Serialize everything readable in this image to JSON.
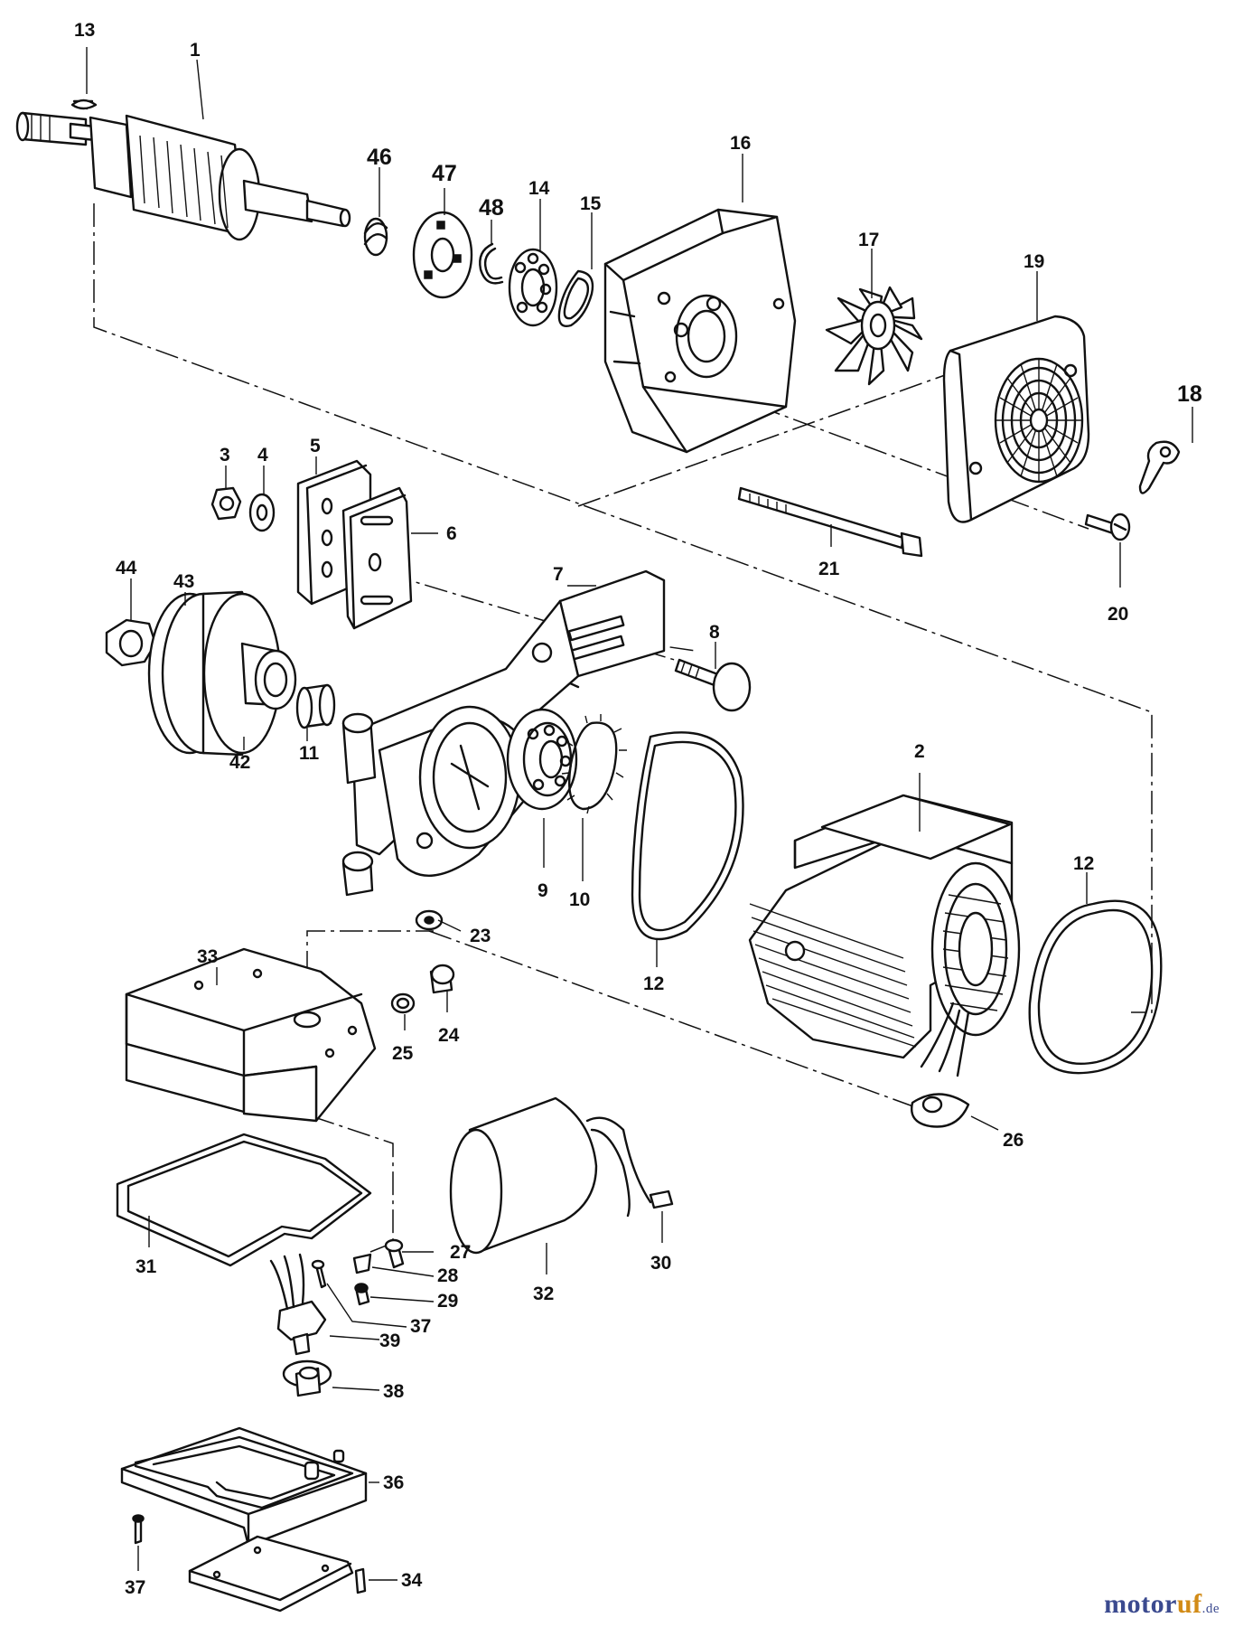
{
  "parts": [
    {
      "id": "p1",
      "label": "1"
    },
    {
      "id": "p2",
      "label": "2"
    },
    {
      "id": "p3",
      "label": "3"
    },
    {
      "id": "p4",
      "label": "4"
    },
    {
      "id": "p5",
      "label": "5"
    },
    {
      "id": "p6",
      "label": "6"
    },
    {
      "id": "p7",
      "label": "7"
    },
    {
      "id": "p8",
      "label": "8"
    },
    {
      "id": "p9",
      "label": "9"
    },
    {
      "id": "p10",
      "label": "10"
    },
    {
      "id": "p11",
      "label": "11"
    },
    {
      "id": "p12a",
      "label": "12"
    },
    {
      "id": "p12b",
      "label": "12"
    },
    {
      "id": "p13",
      "label": "13"
    },
    {
      "id": "p14",
      "label": "14"
    },
    {
      "id": "p15",
      "label": "15"
    },
    {
      "id": "p16",
      "label": "16"
    },
    {
      "id": "p17",
      "label": "17"
    },
    {
      "id": "p18",
      "label": "18"
    },
    {
      "id": "p19",
      "label": "19"
    },
    {
      "id": "p20",
      "label": "20"
    },
    {
      "id": "p21",
      "label": "21"
    },
    {
      "id": "p23",
      "label": "23"
    },
    {
      "id": "p24",
      "label": "24"
    },
    {
      "id": "p25",
      "label": "25"
    },
    {
      "id": "p26",
      "label": "26"
    },
    {
      "id": "p27",
      "label": "27"
    },
    {
      "id": "p28",
      "label": "28"
    },
    {
      "id": "p29",
      "label": "29"
    },
    {
      "id": "p30",
      "label": "30"
    },
    {
      "id": "p31",
      "label": "31"
    },
    {
      "id": "p32",
      "label": "32"
    },
    {
      "id": "p33",
      "label": "33"
    },
    {
      "id": "p34",
      "label": "34"
    },
    {
      "id": "p36",
      "label": "36"
    },
    {
      "id": "p37a",
      "label": "37"
    },
    {
      "id": "p37b",
      "label": "37"
    },
    {
      "id": "p38",
      "label": "38"
    },
    {
      "id": "p39",
      "label": "39"
    },
    {
      "id": "p42",
      "label": "42"
    },
    {
      "id": "p43",
      "label": "43"
    },
    {
      "id": "p44",
      "label": "44"
    },
    {
      "id": "p46",
      "label": "46"
    },
    {
      "id": "p47",
      "label": "47"
    },
    {
      "id": "p48",
      "label": "48"
    }
  ],
  "watermark": {
    "text": "motoruf",
    "main": "motor",
    "accent": "uf",
    "tld": ".de"
  },
  "colors": {
    "ink": "#111111",
    "background": "#ffffff",
    "watermark_blue": "#3b4a8f",
    "watermark_orange": "#d28b16"
  }
}
